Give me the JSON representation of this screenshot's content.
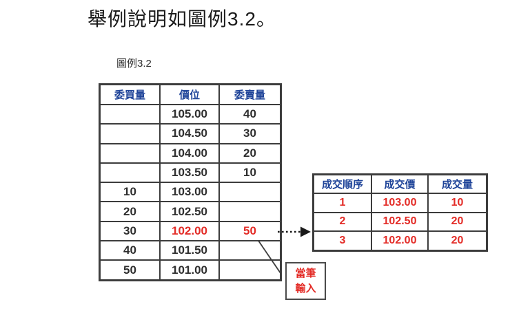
{
  "page": {
    "title": "舉例說明如圖例3.2。",
    "figure_label": "圖例3.2"
  },
  "colors": {
    "header_blue": "#1f4499",
    "highlight_red": "#e32b26",
    "table_border": "#3c3c3c",
    "body_text": "#2e2e2e"
  },
  "order_book": {
    "headers": [
      "委買量",
      "價位",
      "委賣量"
    ],
    "rows": [
      [
        "",
        "105.00",
        "40"
      ],
      [
        "",
        "104.50",
        "30"
      ],
      [
        "",
        "104.00",
        "20"
      ],
      [
        "",
        "103.50",
        "10"
      ],
      [
        "10",
        "103.00",
        ""
      ],
      [
        "20",
        "102.50",
        ""
      ],
      [
        "30",
        "102.00",
        "50"
      ],
      [
        "40",
        "101.50",
        ""
      ],
      [
        "50",
        "101.00",
        ""
      ]
    ]
  },
  "trades": {
    "headers": [
      "成交順序",
      "成交價",
      "成交量"
    ],
    "rows": [
      [
        "1",
        "103.00",
        "10"
      ],
      [
        "2",
        "102.50",
        "20"
      ],
      [
        "3",
        "102.00",
        "20"
      ]
    ]
  },
  "callout": {
    "line1": "當筆",
    "line2": "輸入"
  }
}
